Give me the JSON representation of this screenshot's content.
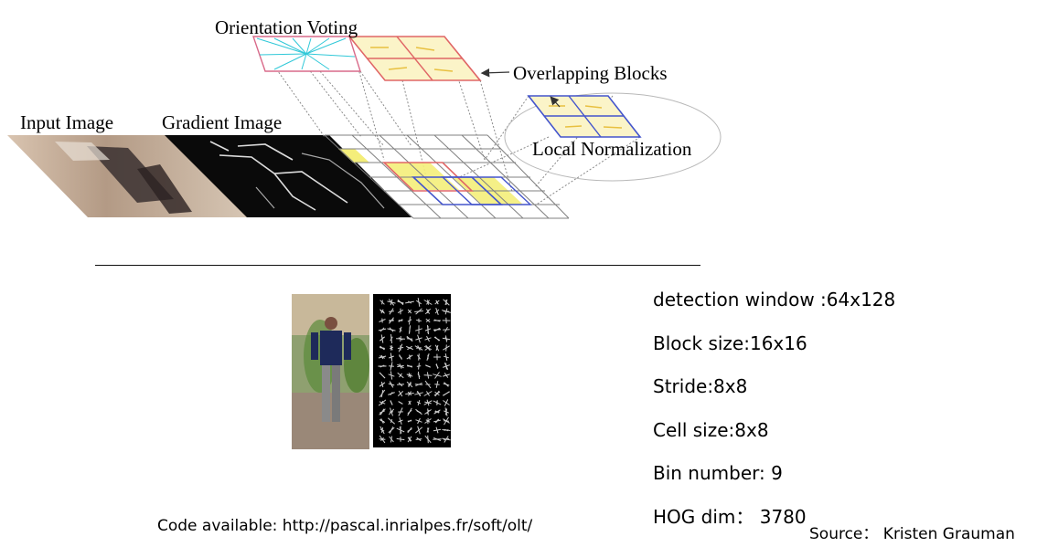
{
  "diagram": {
    "labels": {
      "orientation_voting": "Orientation Voting",
      "overlapping_blocks": "Overlapping Blocks",
      "input_image": "Input Image",
      "gradient_image": "Gradient Image",
      "local_normalization": "Local Normalization"
    }
  },
  "params": [
    "detection window :64x128",
    "Block size:16x16",
    "Stride:8x8",
    "Cell size:8x8",
    "Bin number: 9",
    "HOG dim： 3780"
  ],
  "code_text": "Code available:  http://pascal.inrialpes.fr/soft/olt/",
  "source_text": "Source： Kristen Grauman",
  "colors": {
    "block_red": "#e06666",
    "block_blue": "#4455cc",
    "cell_yellow": "#f4ee7a",
    "ray_cyan": "#30c8d8"
  }
}
